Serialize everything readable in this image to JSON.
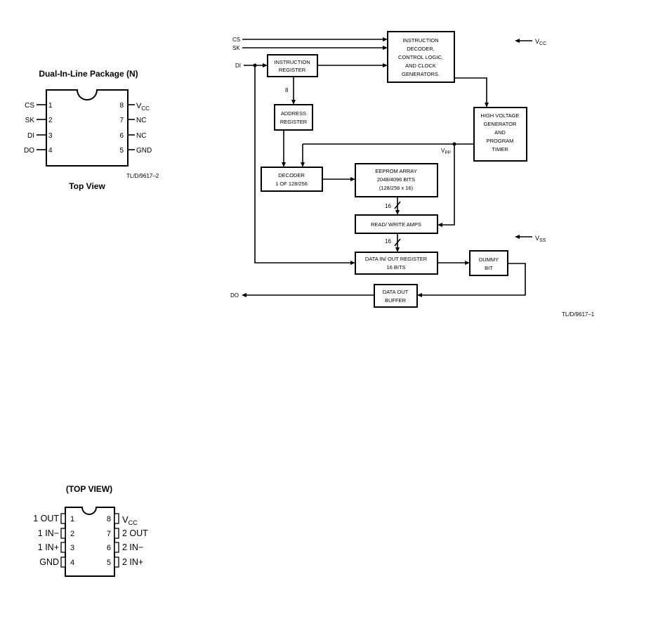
{
  "dip_package": {
    "title": "Dual-In-Line Package (N)",
    "caption": "Top View",
    "ref": "TL/D/9617–2",
    "pins": [
      {
        "num": "1",
        "label": "CS"
      },
      {
        "num": "2",
        "label": "SK"
      },
      {
        "num": "3",
        "label": "DI"
      },
      {
        "num": "4",
        "label": "DO"
      },
      {
        "num": "8",
        "label": "V",
        "sub": "CC"
      },
      {
        "num": "7",
        "label": "NC"
      },
      {
        "num": "6",
        "label": "NC"
      },
      {
        "num": "5",
        "label": "GND"
      }
    ]
  },
  "block_diagram": {
    "ref": "TL/D/9617–1",
    "inputs": {
      "cs": "CS",
      "sk": "SK",
      "di": "DI"
    },
    "output": "DO",
    "supply": {
      "vcc": "V",
      "vcc_sub": "CC",
      "vss": "V",
      "vss_sub": "SS",
      "vpp": "V",
      "vpp_sub": "PP"
    },
    "blocks": {
      "instruction_decoder": [
        "INSTRUCTION",
        "DECODER,",
        "CONTROL LOGIC,",
        "AND CLOCK",
        "GENERATORS."
      ],
      "instruction_register": [
        "INSTRUCTION",
        "REGISTER"
      ],
      "address_register": [
        "ADDRESS",
        "REGISTER"
      ],
      "high_voltage": [
        "HIGH VOLTAGE",
        "GENERATOR",
        "AND",
        "PROGRAM",
        "TIMER"
      ],
      "decoder": [
        "DECODER",
        "1 OF 128/256"
      ],
      "eeprom_array": [
        "EEPROM ARRAY",
        "2048/4096 BITS",
        "(128/256 x 16)"
      ],
      "read_write_amps": [
        "READ/ WRITE AMPS"
      ],
      "data_in_out": [
        "DATA IN/ OUT REGISTER",
        "16 BITS"
      ],
      "dummy_bit": [
        "DUMMY",
        "BIT"
      ],
      "data_out_buffer": [
        "DATA OUT",
        "BUFFER"
      ]
    },
    "bus_labels": {
      "addr_bus": "8",
      "array_bus": "16",
      "amps_bus": "16"
    }
  },
  "dual_opamp_package": {
    "title": "(TOP VIEW)",
    "left_pins": [
      {
        "num": "1",
        "label": "1 OUT"
      },
      {
        "num": "2",
        "label": "1 IN−"
      },
      {
        "num": "3",
        "label": "1 IN+"
      },
      {
        "num": "4",
        "label": "GND"
      }
    ],
    "right_pins": [
      {
        "num": "8",
        "label": "V",
        "sub": "CC"
      },
      {
        "num": "7",
        "label": "2 OUT"
      },
      {
        "num": "6",
        "label": "2 IN−"
      },
      {
        "num": "5",
        "label": "2 IN+"
      }
    ]
  }
}
